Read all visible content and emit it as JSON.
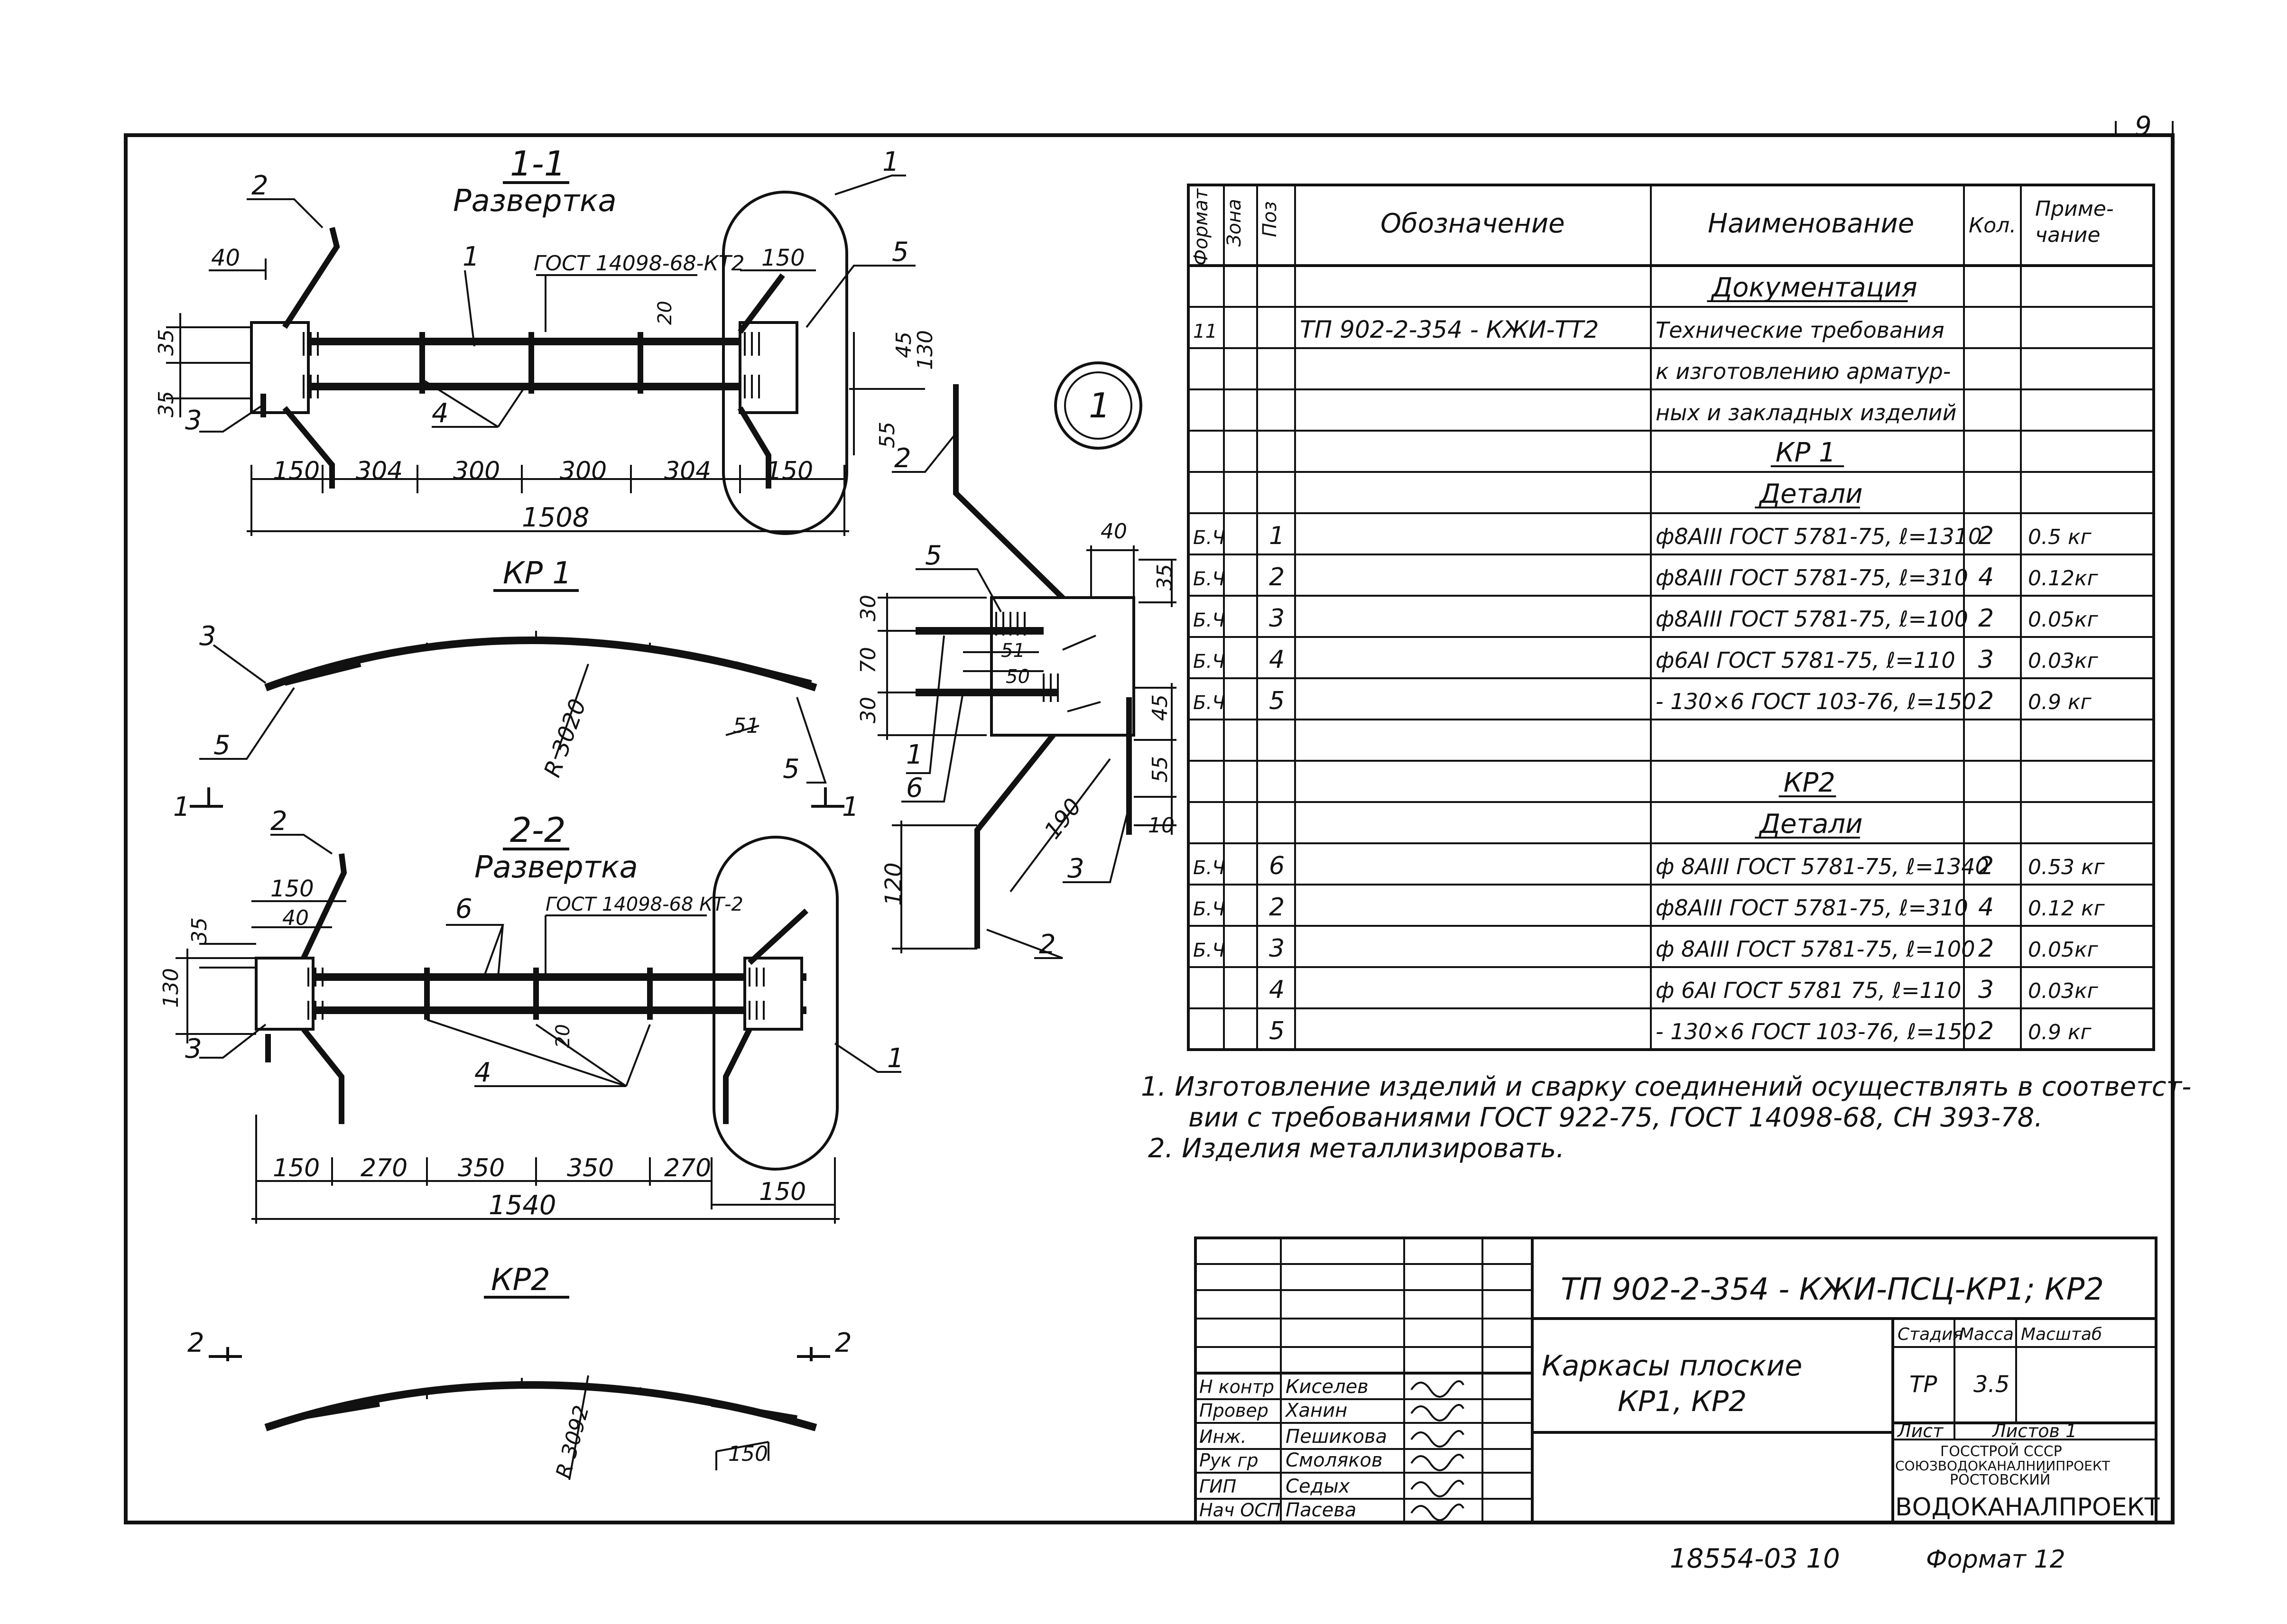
{
  "page_number": "9",
  "stamp": "1",
  "views": {
    "section_11": {
      "title": "1-1",
      "subtitle": "Развертка",
      "gost": "ГОСТ 14098-68-КТ2",
      "dims_bottom": [
        "150",
        "304",
        "300",
        "300",
        "304",
        "150"
      ],
      "total": "1508",
      "dims_left": [
        "35",
        "35"
      ],
      "dim_40": "40",
      "dim_150": "150",
      "dim_20": "20",
      "dims_right": [
        "45",
        "130",
        "55"
      ],
      "pos": {
        "p1a": "1",
        "p1b": "1",
        "p2": "2",
        "p3": "3",
        "p4": "4",
        "p5": "5"
      }
    },
    "kr1": {
      "title": "КР 1",
      "radius": "R 3020",
      "dim_51": "51",
      "pos": {
        "p3": "3",
        "p5a": "5",
        "p5b": "5"
      },
      "cut_left": "1",
      "cut_right": "1"
    },
    "section_22": {
      "title": "2-2",
      "subtitle": "Развертка",
      "gost": "ГОСТ 14098-68 КТ-2",
      "dims_bottom": [
        "150",
        "270",
        "350",
        "350",
        "270"
      ],
      "dim_150b": "150",
      "total": "1540",
      "dim_150": "150",
      "dim_40": "40",
      "dim_35": "35",
      "dim_130": "130",
      "dim_20": "20",
      "pos": {
        "p1": "1",
        "p2": "2",
        "p3": "3",
        "p4": "4",
        "p6": "6"
      }
    },
    "kr2": {
      "title": "КР2",
      "radius": "R 3092",
      "dim_150": "150",
      "cut_left": "2",
      "cut_right": "2"
    },
    "detail": {
      "dims": [
        "40",
        "35",
        "30",
        "70",
        "30",
        "51",
        "50",
        "45",
        "55",
        "10",
        "190",
        "120"
      ],
      "pos": {
        "p5": "5",
        "p2a": "2",
        "p2b": "2",
        "p1": "1",
        "p6": "6",
        "p3": "3"
      }
    }
  },
  "spec": {
    "headers": [
      "Формат",
      "Зона",
      "Поз",
      "Обозначение",
      "Наименование",
      "Кол.",
      "Приме-",
      "чание"
    ],
    "rows": [
      {
        "format": "",
        "pos": "",
        "designation": "",
        "name": "Документация",
        "qty": "",
        "note": "",
        "heading": true
      },
      {
        "format": "11",
        "pos": "",
        "designation": "ТП 902-2-354 - КЖИ-ТТ2",
        "name": "Технические требования",
        "qty": "",
        "note": ""
      },
      {
        "format": "",
        "pos": "",
        "designation": "",
        "name": "к изготовлению арматур-",
        "qty": "",
        "note": ""
      },
      {
        "format": "",
        "pos": "",
        "designation": "",
        "name": "ных и закладных изделий",
        "qty": "",
        "note": ""
      },
      {
        "format": "",
        "pos": "",
        "designation": "",
        "name": "КР 1",
        "qty": "",
        "note": "",
        "heading": true
      },
      {
        "format": "",
        "pos": "",
        "designation": "",
        "name": "Детали",
        "qty": "",
        "note": "",
        "heading": true
      },
      {
        "format": "Б.Ч",
        "pos": "1",
        "designation": "",
        "name": "ф8АIII ГОСТ 5781-75, ℓ=1310",
        "qty": "2",
        "note": "0.5 кг"
      },
      {
        "format": "Б.Ч",
        "pos": "2",
        "designation": "",
        "name": "ф8АIII ГОСТ 5781-75, ℓ=310",
        "qty": "4",
        "note": "0.12кг"
      },
      {
        "format": "Б.Ч",
        "pos": "3",
        "designation": "",
        "name": "ф8АIII ГОСТ 5781-75, ℓ=100",
        "qty": "2",
        "note": "0.05кг"
      },
      {
        "format": "Б.Ч",
        "pos": "4",
        "designation": "",
        "name": "ф6АI ГОСТ 5781-75, ℓ=110",
        "qty": "3",
        "note": "0.03кг"
      },
      {
        "format": "Б.Ч",
        "pos": "5",
        "designation": "",
        "name": "- 130×6 ГОСТ 103-76, ℓ=150",
        "qty": "2",
        "note": "0.9 кг"
      },
      {
        "format": "",
        "pos": "",
        "designation": "",
        "name": "",
        "qty": "",
        "note": ""
      },
      {
        "format": "",
        "pos": "",
        "designation": "",
        "name": "КР2",
        "qty": "",
        "note": "",
        "heading": true
      },
      {
        "format": "",
        "pos": "",
        "designation": "",
        "name": "Детали",
        "qty": "",
        "note": "",
        "heading": true
      },
      {
        "format": "Б.Ч",
        "pos": "6",
        "designation": "",
        "name": "ф 8АIII ГОСТ 5781-75, ℓ=1340",
        "qty": "2",
        "note": "0.53 кг"
      },
      {
        "format": "Б.Ч",
        "pos": "2",
        "designation": "",
        "name": "ф8АIII ГОСТ 5781-75, ℓ=310",
        "qty": "4",
        "note": "0.12 кг"
      },
      {
        "format": "Б.Ч",
        "pos": "3",
        "designation": "",
        "name": "ф 8АIII ГОСТ 5781-75, ℓ=100",
        "qty": "2",
        "note": "0.05кг"
      },
      {
        "format": "",
        "pos": "4",
        "designation": "",
        "name": "ф 6АI ГОСТ 5781 75, ℓ=110",
        "qty": "3",
        "note": "0.03кг"
      },
      {
        "format": "",
        "pos": "5",
        "designation": "",
        "name": "- 130×6 ГОСТ 103-76, ℓ=150",
        "qty": "2",
        "note": "0.9 кг"
      }
    ]
  },
  "notes": [
    "1. Изготовление изделий и сварку соединений осуществлять в соответст-",
    "вии с требованиями ГОСТ 922-75, ГОСТ 14098-68, СН 393-78.",
    "2. Изделия металлизировать."
  ],
  "title_block": {
    "code": "ТП 902-2-354 - КЖИ-ПСЦ-КР1; КР2",
    "name_line1": "Каркасы плоские",
    "name_line2": "КР1, КР2",
    "stage_label": "Стадия",
    "mass_label": "Масса",
    "scale_label": "Масштаб",
    "stage": "ТР",
    "mass": "3.5",
    "sheet_label": "Лист",
    "sheets_label": "Листов 1",
    "org1": "ГОССТРОЙ СССР",
    "org2": "СОЮЗВОДОКАНАЛНИИПРОЕКТ",
    "org3": "РОСТОВСКИЙ",
    "org4": "ВОДОКАНАЛПРОЕКТ",
    "people": [
      {
        "role": "Н контр",
        "name": "Киселев"
      },
      {
        "role": "Провер",
        "name": "Ханин"
      },
      {
        "role": "Инж.",
        "name": "Пешикова"
      },
      {
        "role": "Рук гр",
        "name": "Смоляков"
      },
      {
        "role": "ГИП",
        "name": "Седых"
      },
      {
        "role": "Нач ОСП",
        "name": "Пасева"
      }
    ]
  },
  "footer": {
    "inventory": "18554-03 10",
    "format": "Формат 12"
  }
}
